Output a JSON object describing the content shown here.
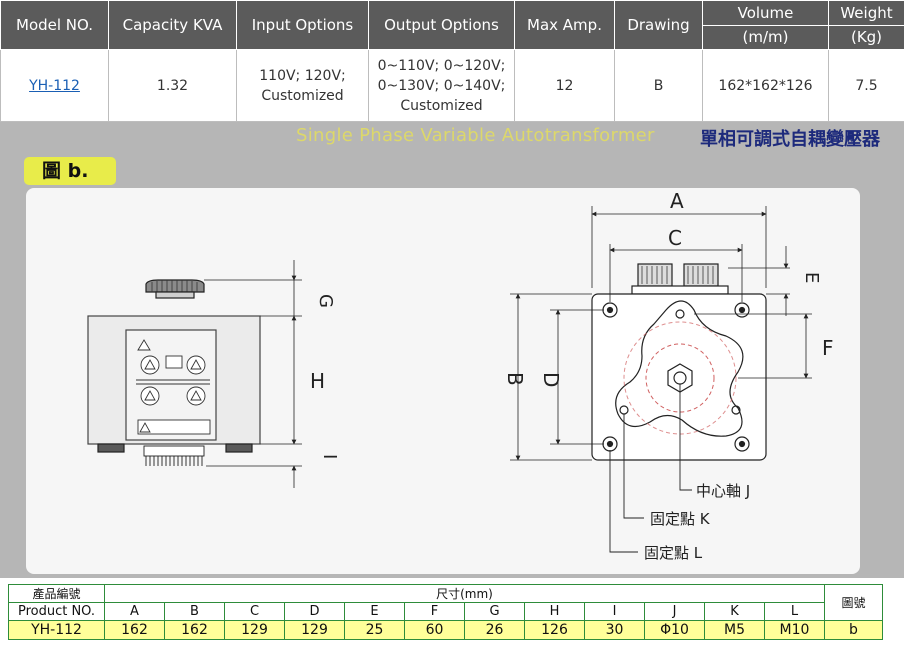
{
  "spec_table": {
    "headers": {
      "model": "Model NO.",
      "capacity": "Capacity KVA",
      "input": "Input Options",
      "output": "Output Options",
      "max_amp": "Max Amp.",
      "drawing": "Drawing",
      "volume": "Volume",
      "volume_unit": "(m/m)",
      "weight": "Weight",
      "weight_unit": "(Kg)"
    },
    "row": {
      "model": "YH-112",
      "capacity": "1.32",
      "input_line1": "110V; 120V;",
      "input_line2": "Customized",
      "output_line1": "0~110V; 0~120V;",
      "output_line2": "0~130V; 0~140V;",
      "output_line3": "Customized",
      "max_amp": "12",
      "drawing": "B",
      "volume": "162*162*126",
      "weight": "7.5"
    }
  },
  "panel": {
    "subtitle_en": "Single Phase Variable Autotransformer",
    "subtitle_zh": "單相可調式自耦變壓器",
    "figure_tag": "圖 b.",
    "side_labels": {
      "g": "G",
      "h": "H",
      "i": "I"
    },
    "front_labels": {
      "a": "A",
      "b": "B",
      "c": "C",
      "d": "D",
      "e": "E",
      "f": "F",
      "j": "中心軸 J",
      "k": "固定點 K",
      "l": "固定點 L"
    },
    "colors": {
      "panel_bg": "#b6b6b6",
      "canvas_bg": "#f6f6f6",
      "tag_bg": "#e8ec4a",
      "subtitle_zh": "#1d2a7c",
      "subtitle_en": "#ddd86a"
    }
  },
  "dim_table": {
    "label_zh": "產品編號",
    "unit_label": "尺寸(mm)",
    "drawing_label_zh": "圖號",
    "product_label": "Product NO.",
    "columns": [
      "A",
      "B",
      "C",
      "D",
      "E",
      "F",
      "G",
      "H",
      "I",
      "J",
      "K",
      "L"
    ],
    "model": "YH-112",
    "values": [
      "162",
      "162",
      "129",
      "129",
      "25",
      "60",
      "26",
      "126",
      "30",
      "Φ10",
      "M5",
      "M10"
    ],
    "drawing": "b"
  }
}
